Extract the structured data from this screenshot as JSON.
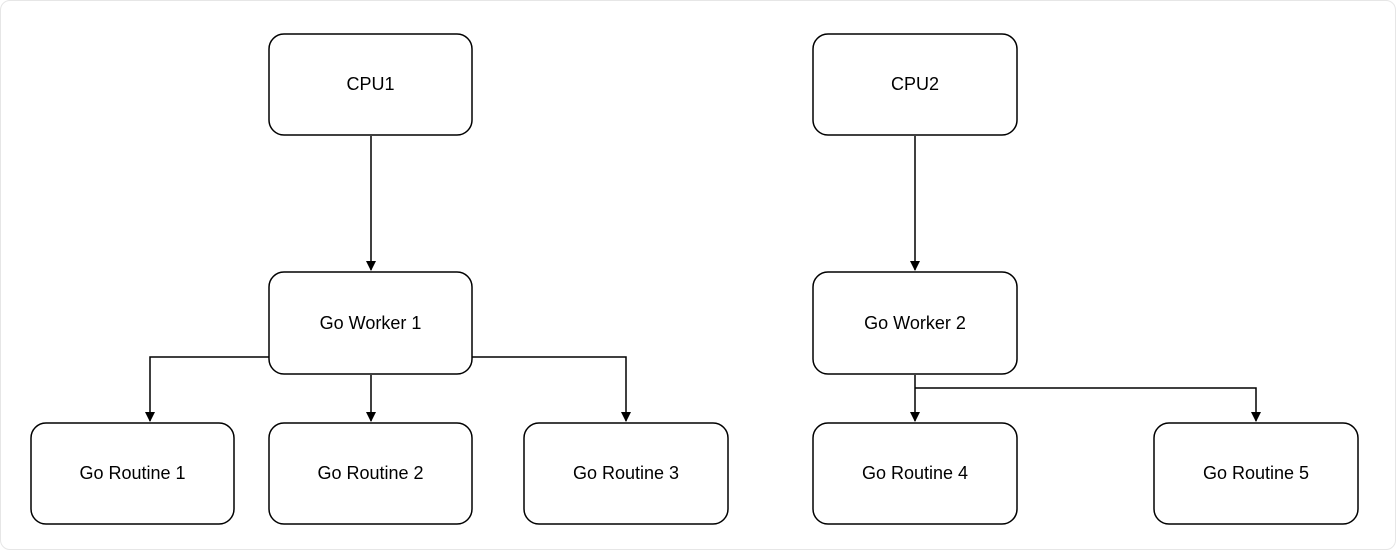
{
  "diagram": {
    "nodes": {
      "cpu1": "CPU1",
      "cpu2": "CPU2",
      "worker1": "Go Worker 1",
      "worker2": "Go Worker 2",
      "routine1": "Go Routine 1",
      "routine2": "Go Routine 2",
      "routine3": "Go Routine 3",
      "routine4": "Go Routine 4",
      "routine5": "Go Routine 5"
    },
    "edges": [
      {
        "from": "cpu1",
        "to": "worker1"
      },
      {
        "from": "cpu2",
        "to": "worker2"
      },
      {
        "from": "worker1",
        "to": "routine1"
      },
      {
        "from": "worker1",
        "to": "routine2"
      },
      {
        "from": "worker1",
        "to": "routine3"
      },
      {
        "from": "worker2",
        "to": "routine4"
      },
      {
        "from": "worker2",
        "to": "routine5"
      }
    ],
    "colors": {
      "stroke": "#000000",
      "fill": "#ffffff",
      "text": "#000000"
    }
  }
}
